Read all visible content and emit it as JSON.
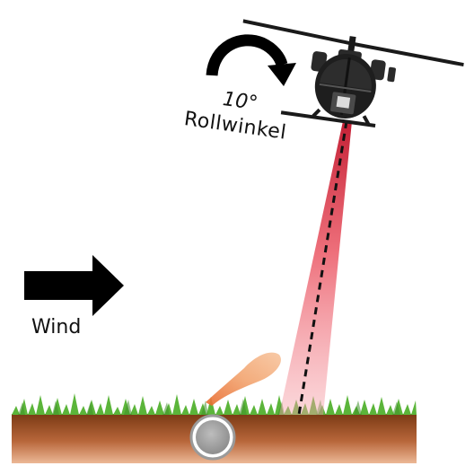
{
  "labels": {
    "roll_angle": "10°",
    "roll_angle_caption": "Rollwinkel",
    "wind": "Wind"
  },
  "colors": {
    "background": "#ffffff",
    "arrow": "#000000",
    "ground_top": "#7a3a14",
    "ground_bottom": "#e8b08a",
    "grass": "#5bb53a",
    "laser_beam": "#e8404f",
    "plume": "#f0a070",
    "pipe": "#9a9a9a"
  },
  "icons": {
    "rotation_arrow": "curved-arrow-icon",
    "wind_arrow": "right-arrow-icon",
    "helicopter": "helicopter-icon"
  }
}
